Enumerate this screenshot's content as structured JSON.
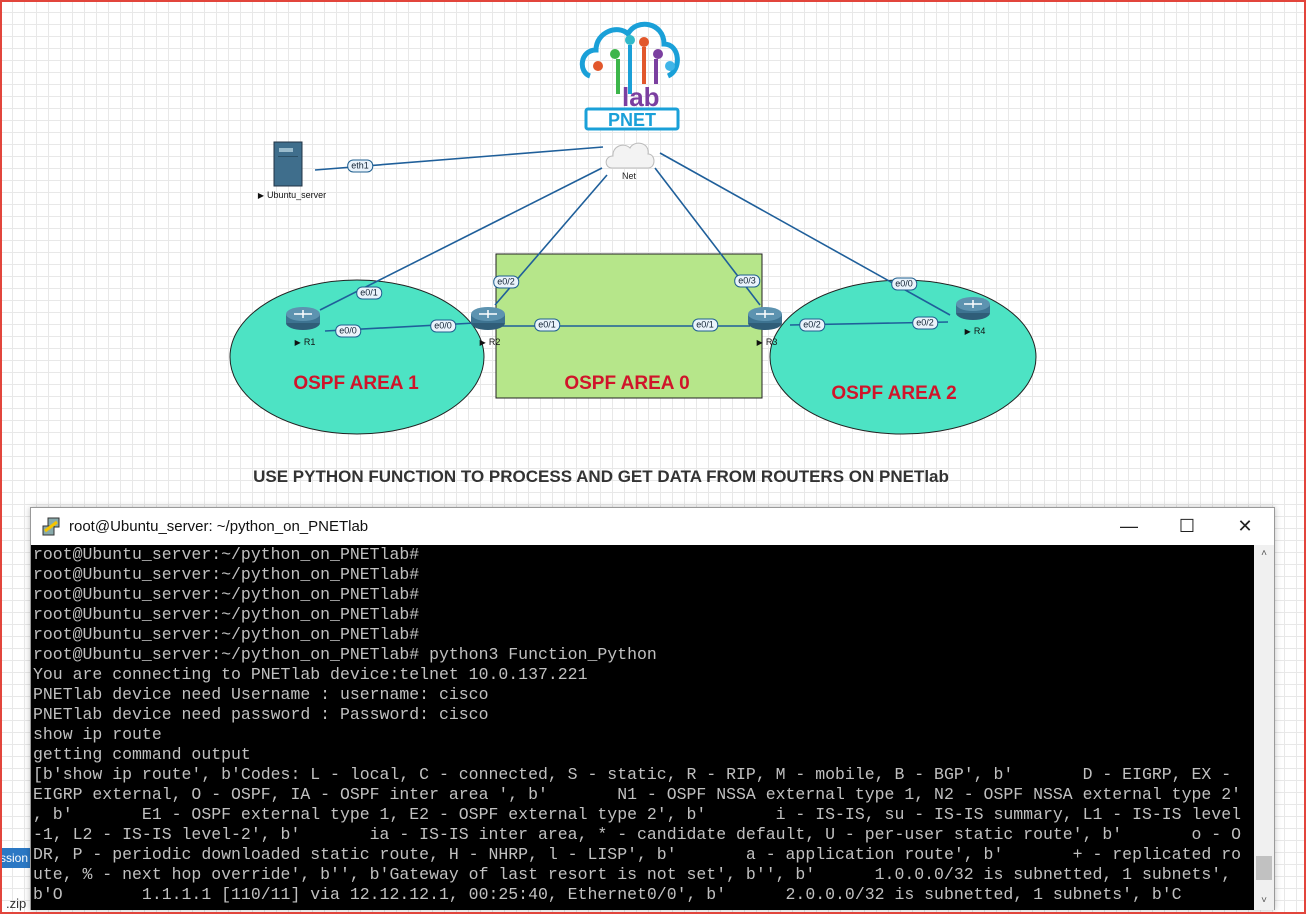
{
  "logo": {
    "text_top": "lab",
    "text_bottom": "PNET"
  },
  "topology": {
    "nodes": {
      "server": "Ubuntu_server",
      "cloud": "Net",
      "r1": "R1",
      "r2": "R2",
      "r3": "R3",
      "r4": "R4"
    },
    "ports": {
      "server_eth1": "eth1",
      "r1_e01": "e0/1",
      "r1_e00": "e0/0",
      "r2_e00": "e0/0",
      "r2_e02": "e0/2",
      "r2_e01": "e0/1",
      "r3_e01": "e0/1",
      "r3_e03": "e0/3",
      "r3_e02": "e0/2",
      "r4_e02": "e0/2",
      "r4_e00": "e0/0"
    },
    "areas": {
      "area1": "OSPF AREA 1",
      "area0": "OSPF AREA 0",
      "area2": "OSPF AREA 2"
    },
    "colors": {
      "area_fill_ellipse": "#4de3c4",
      "area_fill_rect": "#b6e68a",
      "area_label": "#d0142a",
      "link": "#1f5f9a"
    }
  },
  "heading": "USE PYTHON FUNCTION TO PROCESS AND GET DATA FROM ROUTERS ON PNETlab",
  "terminal": {
    "title": "root@Ubuntu_server: ~/python_on_PNETlab",
    "controls": {
      "minimize": "—",
      "maximize": "☐",
      "close": "✕"
    },
    "lines": [
      "root@Ubuntu_server:~/python_on_PNETlab#",
      "root@Ubuntu_server:~/python_on_PNETlab#",
      "root@Ubuntu_server:~/python_on_PNETlab#",
      "root@Ubuntu_server:~/python_on_PNETlab#",
      "root@Ubuntu_server:~/python_on_PNETlab#",
      "root@Ubuntu_server:~/python_on_PNETlab# python3 Function_Python",
      "You are connecting to PNETlab device:telnet 10.0.137.221",
      "PNETlab device need Username : username: cisco",
      "PNETlab device need password : Password: cisco",
      "show ip route",
      "getting command output",
      "[b'show ip route', b'Codes: L - local, C - connected, S - static, R - RIP, M - mobile, B - BGP', b'       D - EIGRP, EX -",
      "EIGRP external, O - OSPF, IA - OSPF inter area ', b'       N1 - OSPF NSSA external type 1, N2 - OSPF NSSA external type 2'",
      ", b'       E1 - OSPF external type 1, E2 - OSPF external type 2', b'       i - IS-IS, su - IS-IS summary, L1 - IS-IS level",
      "-1, L2 - IS-IS level-2', b'       ia - IS-IS inter area, * - candidate default, U - per-user static route', b'       o - O",
      "DR, P - periodic downloaded static route, H - NHRP, l - LISP', b'       a - application route', b'       + - replicated ro",
      "ute, % - next hop override', b'', b'Gateway of last resort is not set', b'', b'      1.0.0.0/32 is subnetted, 1 subnets',",
      "b'O        1.1.1.1 [110/11] via 12.12.12.1, 00:25:40, Ethernet0/0', b'      2.0.0.0/32 is subnetted, 1 subnets', b'C"
    ]
  },
  "background_fragments": {
    "tab_text": "ssion t",
    "file_text": ".zip"
  }
}
